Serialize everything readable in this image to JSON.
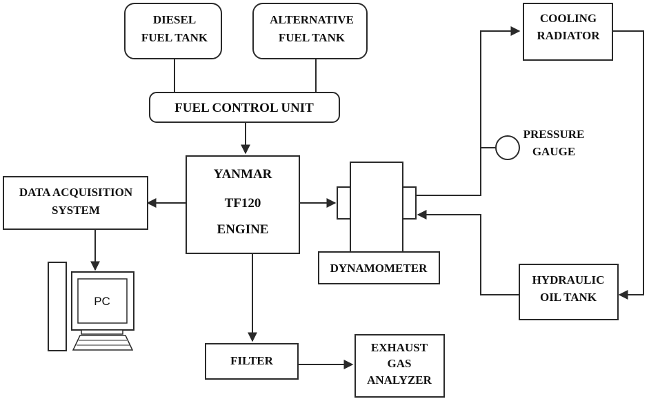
{
  "nodes": {
    "diesel_tank": {
      "line1": "DIESEL",
      "line2": "FUEL TANK"
    },
    "alt_tank": {
      "line1": "ALTERNATIVE",
      "line2": "FUEL TANK"
    },
    "fuel_control": {
      "label": "FUEL CONTROL UNIT"
    },
    "engine": {
      "line1": "YANMAR",
      "line2": "TF120",
      "line3": "ENGINE"
    },
    "daq": {
      "line1": "DATA ACQUISITION",
      "line2": "SYSTEM"
    },
    "pc": {
      "label": "PC"
    },
    "dynamometer": {
      "label": "DYNAMOMETER"
    },
    "filter": {
      "label": "FILTER"
    },
    "exhaust": {
      "line1": "EXHAUST",
      "line2": "GAS",
      "line3": "ANALYZER"
    },
    "cooling": {
      "line1": "COOLING",
      "line2": "RADIATOR"
    },
    "pressure": {
      "line1": "PRESSURE",
      "line2": "GAUGE"
    },
    "hydraulic": {
      "line1": "HYDRAULIC",
      "line2": "OIL TANK"
    }
  },
  "colors": {
    "stroke": "#2a2a2a",
    "text": "#111111",
    "background": "#ffffff"
  }
}
